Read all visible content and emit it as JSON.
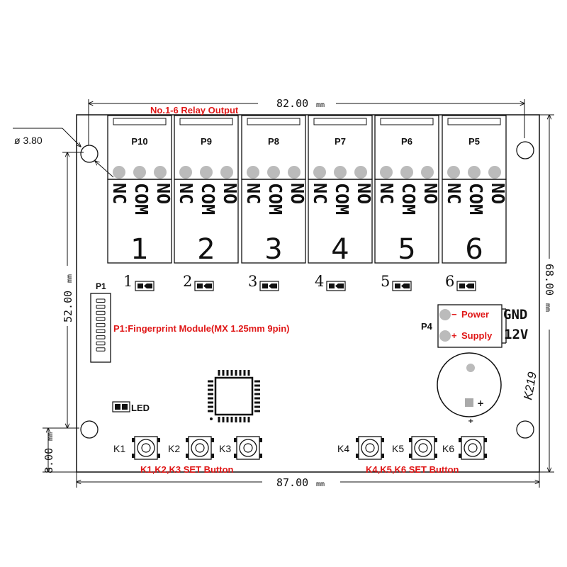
{
  "dimensions": {
    "top_width": "82.00",
    "bottom_width": "87.00",
    "right_height": "68.00",
    "left_inner_height": "52.00",
    "left_bottom_offset": "8.00",
    "unit": "mm",
    "hole_diameter": "ø 3.80"
  },
  "relay_output_title": "No.1-6 Relay Output",
  "relays": [
    {
      "connector": "P10",
      "number": "1",
      "terminals": [
        "NC",
        "COM",
        "NO"
      ]
    },
    {
      "connector": "P9",
      "number": "2",
      "terminals": [
        "NC",
        "COM",
        "NO"
      ]
    },
    {
      "connector": "P8",
      "number": "3",
      "terminals": [
        "NC",
        "COM",
        "NO"
      ]
    },
    {
      "connector": "P7",
      "number": "4",
      "terminals": [
        "NC",
        "COM",
        "NO"
      ]
    },
    {
      "connector": "P6",
      "number": "5",
      "terminals": [
        "NC",
        "COM",
        "NO"
      ]
    },
    {
      "connector": "P5",
      "number": "6",
      "terminals": [
        "NC",
        "COM",
        "NO"
      ]
    }
  ],
  "indicator_leds": [
    "1",
    "2",
    "3",
    "4",
    "5",
    "6"
  ],
  "p1": {
    "label": "P1",
    "description": "P1:Fingerprint Module(MX 1.25mm 9pin)"
  },
  "power": {
    "connector": "P4",
    "minus": "−",
    "plus": "+",
    "power_label": "Power",
    "supply_label": "Supply",
    "gnd": "GND",
    "voltage": "12V"
  },
  "buzzer": {
    "plus": "+",
    "outer_plus": "+"
  },
  "board_name": "K219",
  "led_label": "LED",
  "buttons": {
    "left": [
      "K1",
      "K2",
      "K3"
    ],
    "right": [
      "K4",
      "K5",
      "K6"
    ],
    "left_caption": "K1,K2,K3 SET Button",
    "right_caption": "K4,K5,K6 SET Button"
  }
}
